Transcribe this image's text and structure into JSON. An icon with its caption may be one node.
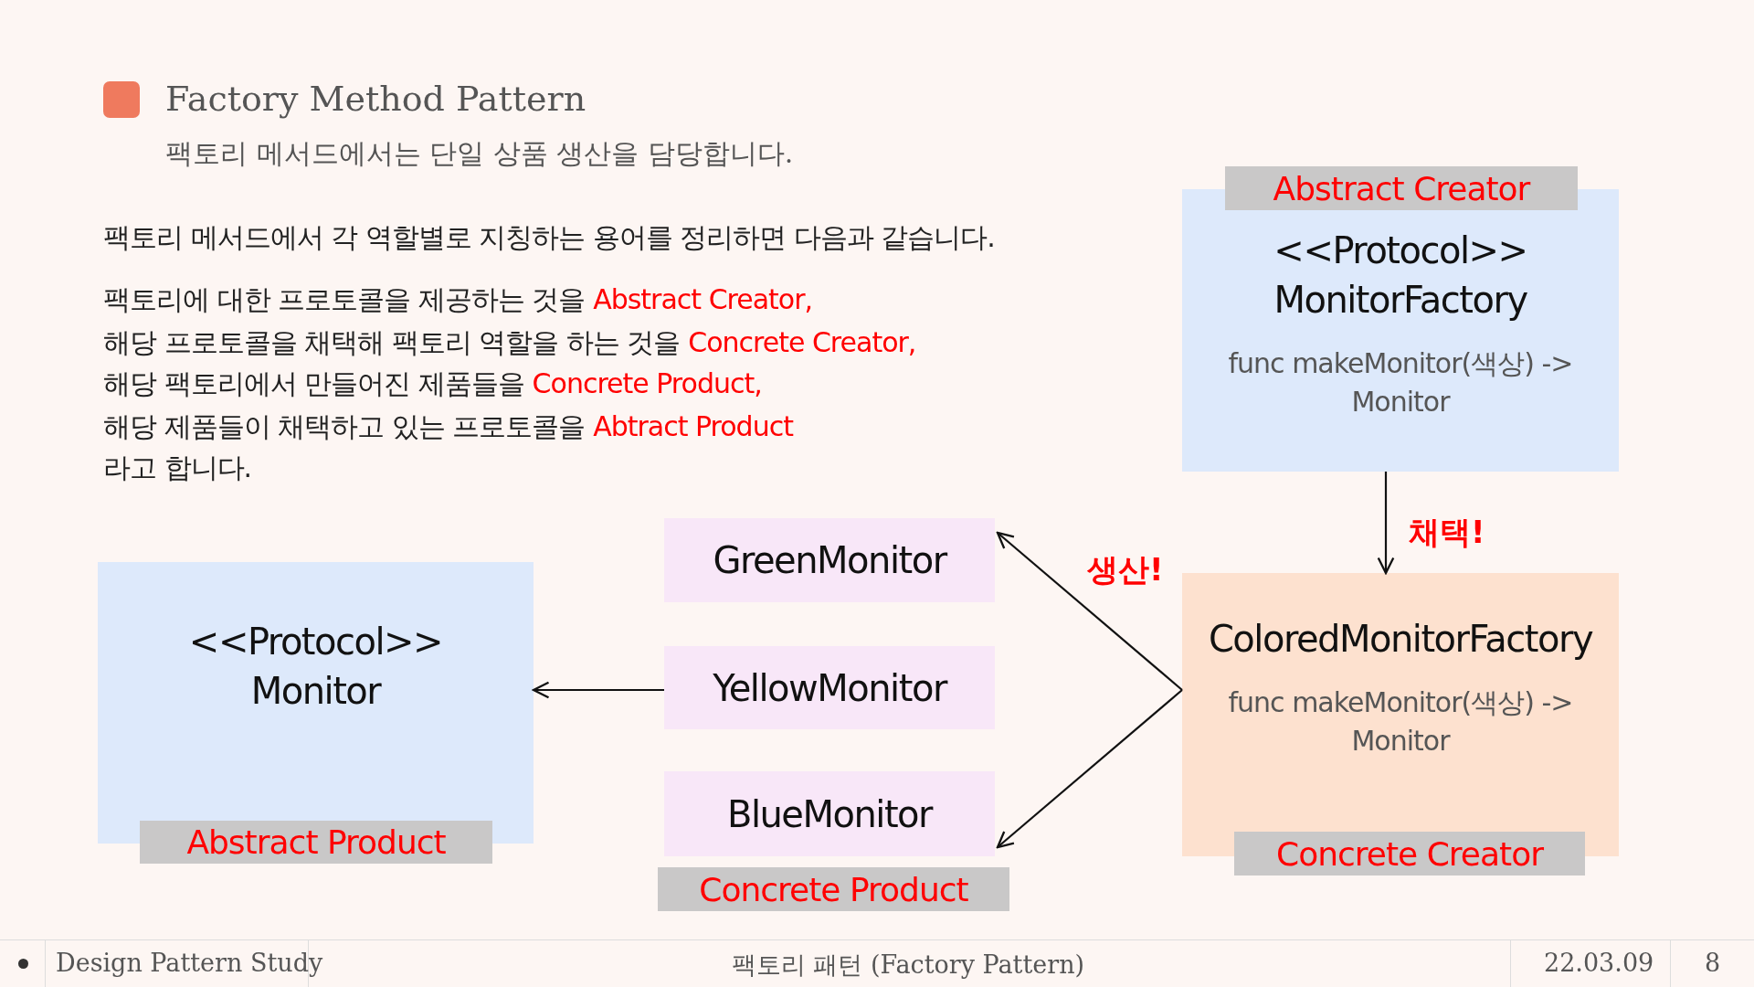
{
  "diagram": {
    "title": "Factory Method Pattern",
    "nodes": [
      {
        "text": [
          "Abstract Creator"
        ]
      },
      {
        "text": [
          "<<Protocol>> MonitorFactory",
          "func makeMonitor(색상) -> Monitor"
        ]
      },
      {
        "text": [
          "ColoredMonitorFactory",
          "func makeMonitor(색상) -> Monitor"
        ]
      },
      {
        "text": [
          "Concrete Creator"
        ]
      },
      {
        "text": [
          "<<Protocol>> Monitor"
        ]
      },
      {
        "text": [
          "Abstract Product"
        ]
      },
      {
        "text": [
          "GreenMonitor"
        ]
      },
      {
        "text": [
          "YellowMonitor"
        ]
      },
      {
        "text": [
          "BlueMonitor"
        ]
      },
      {
        "text": [
          "Concrete Product"
        ]
      }
    ],
    "edges": [
      {
        "from": 1,
        "to": 2,
        "arrow": "to",
        "label": "채택!"
      },
      {
        "from": 2,
        "to": 6,
        "arrow": "to",
        "label": "생산!"
      },
      {
        "from": 2,
        "to": 8,
        "arrow": "to"
      },
      {
        "from": 7,
        "to": 4,
        "arrow": "to"
      }
    ],
    "labels": [
      "팩토리 메서드에서는 단일 상품 생산을 담당합니다.",
      "팩토리 메서드에서 각 역할별로 지칭하는 용어를 정리하면 다음과 같습니다.",
      "팩토리에 대한 프로토콜을 제공하는 것을",
      "Abstract Creator,",
      "해당 프로토콜을 채택해 팩토리 역할을 하는 것을",
      "Concrete Creator,",
      "해당 팩토리에서 만들어진 제품들을",
      "Concrete Product,",
      "해당 제품들이 채택하고 있는 프로토콜을",
      "Abtract Product",
      "라고 합니다.",
      "Design Pattern Study",
      "팩토리 패턴 (Factory Pattern)",
      "22.03.09",
      "8"
    ]
  }
}
